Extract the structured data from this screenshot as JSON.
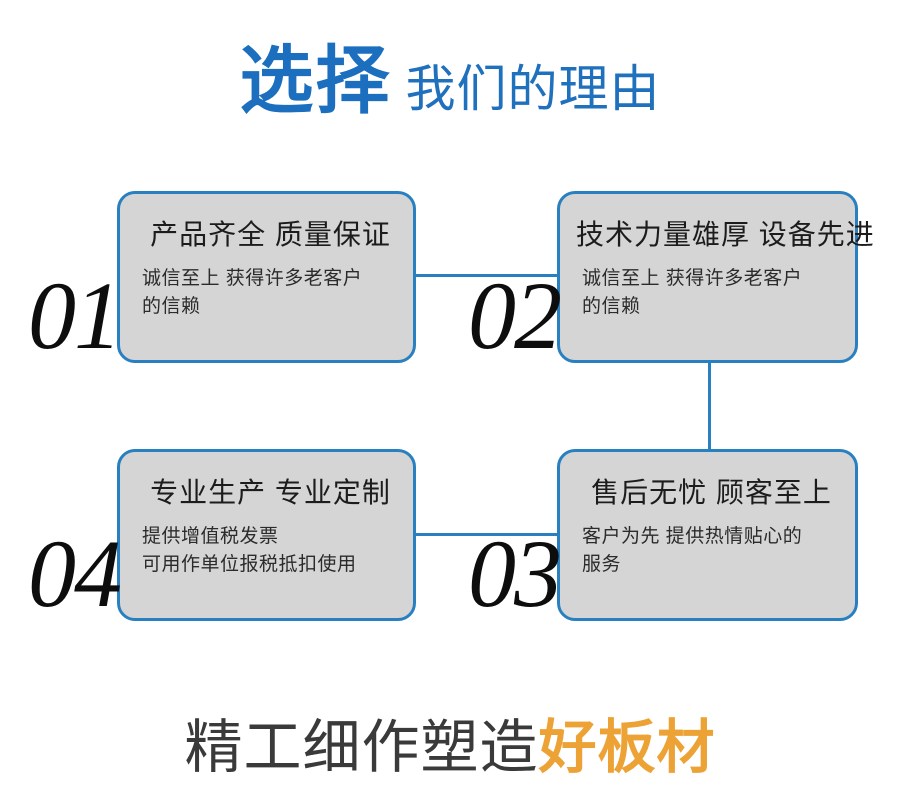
{
  "header": {
    "title_main": "选择",
    "title_sub": "我们的理由",
    "color_main": "#1b6fbe",
    "color_sub": "#1f70bd"
  },
  "cards": [
    {
      "number": "01",
      "heading": "产品齐全 质量保证",
      "body_lines": [
        "诚信至上 获得许多老客户",
        "的信赖"
      ]
    },
    {
      "number": "02",
      "heading": "技术力量雄厚 设备先进",
      "body_lines": [
        "诚信至上 获得许多老客户",
        "的信赖"
      ]
    },
    {
      "number": "03",
      "heading": "售后无忧 顾客至上",
      "body_lines": [
        "客户为先 提供热情贴心的",
        "服务"
      ]
    },
    {
      "number": "04",
      "heading": "专业生产 专业定制",
      "body_lines": [
        "提供增值税发票",
        "可用作单位报税抵扣使用"
      ]
    }
  ],
  "footer": {
    "text_dark": "精工细作塑造",
    "text_accent": "好板材",
    "color_dark": "#3a3a3a",
    "color_accent": "#eda235"
  },
  "theme": {
    "border_blue": "#2980c0",
    "card_fill": "#d5d5d5",
    "background": "#ffffff"
  }
}
